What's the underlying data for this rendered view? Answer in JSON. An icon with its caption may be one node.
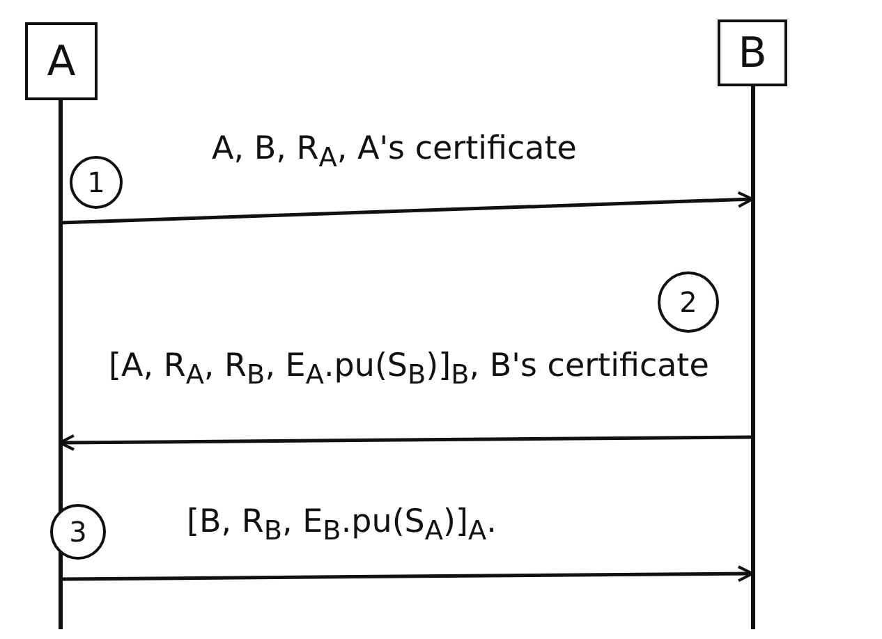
{
  "diagram": {
    "nodes": [
      {
        "text": [
          "A"
        ]
      },
      {
        "text": [
          "B"
        ]
      },
      {
        "text": [
          "1"
        ]
      },
      {
        "text": [
          "2"
        ]
      },
      {
        "text": [
          "3"
        ]
      }
    ],
    "edges": [
      {
        "from": 0,
        "to": 1,
        "arrow": "to",
        "label": "A, B, R$_{A}$, A's certificate"
      },
      {
        "from": 1,
        "to": 0,
        "arrow": "to",
        "label": "[A, R$_{A}$, R$_{B}$, E$_{A}$.pu(S$_{B}$)]$_{B}$, B's certificate"
      },
      {
        "from": 0,
        "to": 1,
        "arrow": "to",
        "label": "[B, R$_{B}$, E$_{B}$.pu(S$_{A}$)]$_{A}$."
      }
    ]
  }
}
